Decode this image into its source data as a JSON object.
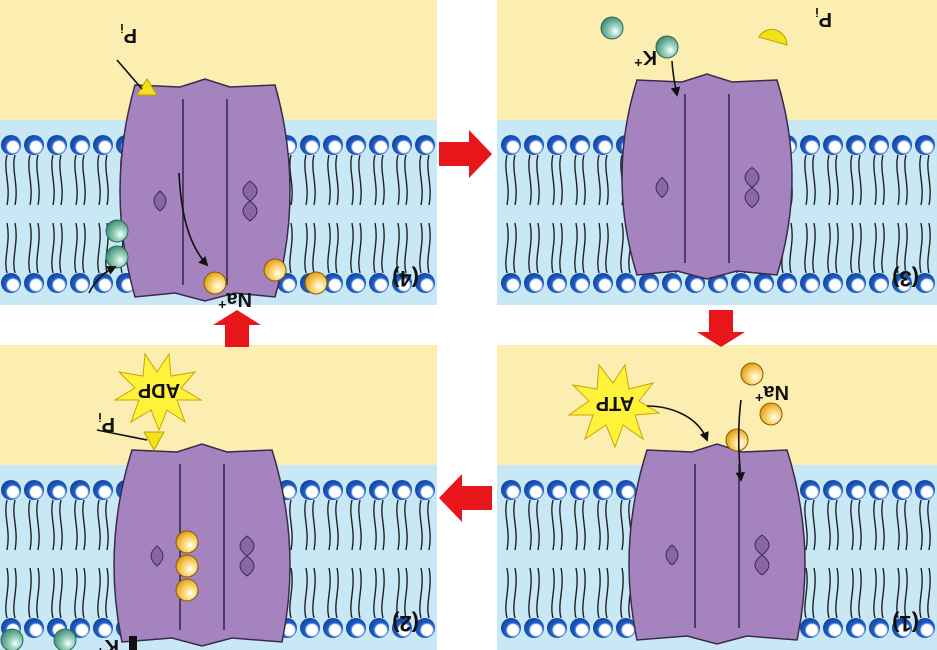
{
  "orientation": "rotated-180",
  "colors": {
    "extracellular": "#fbeeb0",
    "cytoplasm": "#c9e8f5",
    "lipid_head": "#1f5fc9",
    "lipid_tail": "#222222",
    "pump": "#a583bf",
    "pump_outline": "#3a2a4a",
    "sodium": "#f5b21c",
    "potassium": "#5aa58b",
    "phosphate": "#f2e21b",
    "burst": "#fff23a",
    "arrow": "#e8151b"
  },
  "legend": {
    "na_label": "Na+",
    "k_label": "K+",
    "pi_label": "Pi",
    "atp_label": "ATP",
    "adp_label": "ADP"
  },
  "panels": [
    {
      "id": "1",
      "step_label": "(1)"
    },
    {
      "id": "2",
      "step_label": "(2)"
    },
    {
      "id": "3",
      "step_label": "(3)"
    },
    {
      "id": "4",
      "step_label": "(4)"
    }
  ]
}
